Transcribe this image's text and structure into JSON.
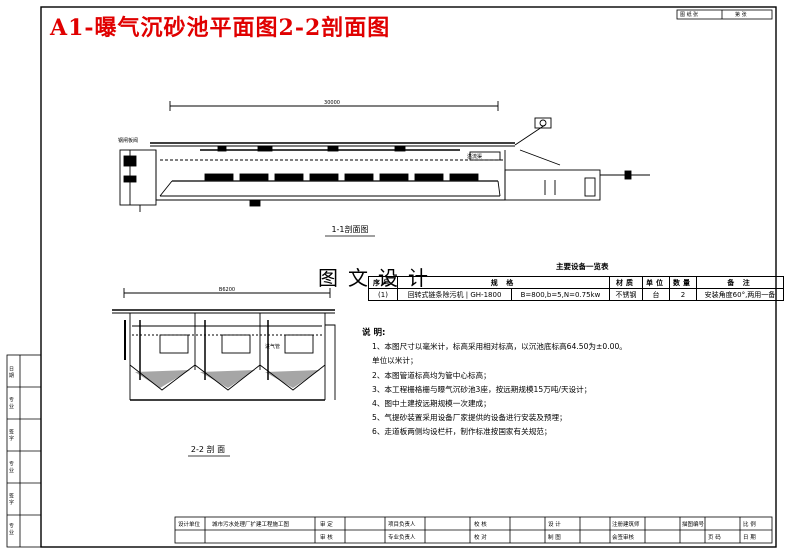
{
  "title": "A1-曝气沉砂池平面图2-2剖面图",
  "watermark": "图文设计",
  "sheet_header": {
    "left": "图 纸 张",
    "right": "第 张"
  },
  "section_1": {
    "caption": "1-1剖面图",
    "dimension": "30000",
    "label_left": "钢闸板阀",
    "label_mid": "溢流渠"
  },
  "section_2": {
    "caption": "2-2 剖 面",
    "dimension": "B6200",
    "label_pipe": "进气管"
  },
  "equipment_table": {
    "title": "主要设备一览表",
    "headers": [
      "序号",
      "规 格",
      "材质",
      "单位",
      "数量",
      "备 注"
    ],
    "rows": [
      [
        "(1)",
        "回转式链条除污机 | GH-1800",
        "B=800,b=5,N=0.75kw",
        "不锈钢",
        "台",
        "2",
        "安装角度60°,两用一备"
      ]
    ]
  },
  "notes": {
    "title": "说 明:",
    "items": [
      "1、本图尺寸以毫米计，标高采用相对标高，以沉池底标高64.50为±0.00。",
      "   单位以米计；",
      "2、本图管道标高均为管中心标高；",
      "3、本工程栅格栅与曝气沉砂池3座，按远期规模15万吨/天设计；",
      "4、图中土建按远期规模一次建成；",
      "5、气提砂装置采用设备厂家提供的设备进行安装及预埋；",
      "6、走道板两侧均设栏杆，制作标准按国家有关规范；"
    ]
  },
  "side_strip": [
    "日 期",
    "专 业",
    "签 字",
    "专 业",
    "签 字",
    "专 业"
  ],
  "title_block": {
    "row1": [
      "设计单位",
      "城市污水处理厂扩建工程施工图",
      "审 定",
      "",
      "项目负责人",
      "",
      "校 核",
      "",
      "设 计",
      "",
      "注册建筑师",
      "",
      "描图编号",
      "",
      "比 例",
      ""
    ],
    "row2": [
      "",
      "",
      "审 核",
      "",
      "专业负责人",
      "",
      "校 对",
      "",
      "制 图",
      "",
      "会签审核",
      "",
      "",
      "",
      "页 码",
      "日 期"
    ]
  }
}
